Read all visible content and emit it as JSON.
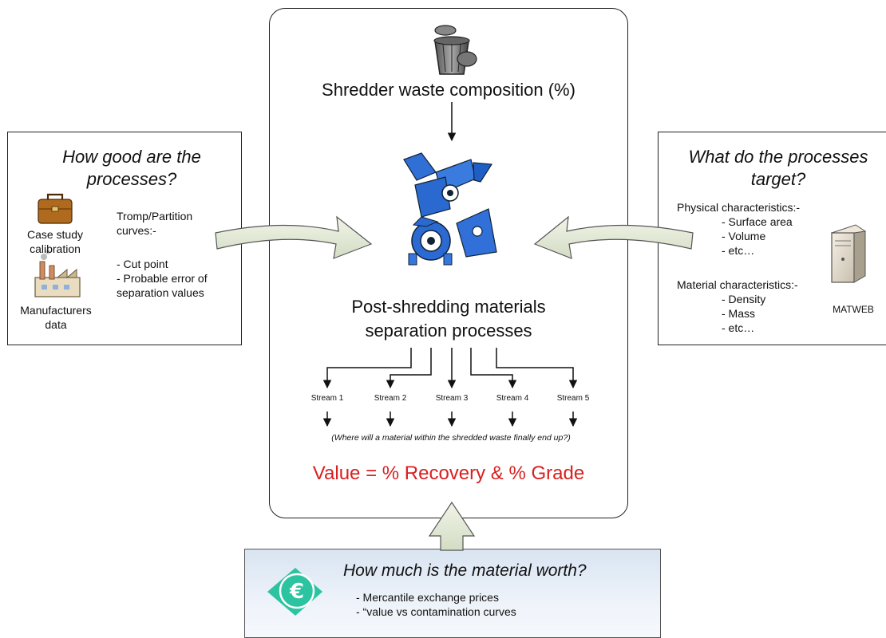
{
  "center": {
    "title": "Shredder waste composition (%)",
    "process_title_line1": "Post-shredding materials",
    "process_title_line2": "separation processes",
    "streams": [
      "Stream 1",
      "Stream 2",
      "Stream 3",
      "Stream 4",
      "Stream 5"
    ],
    "question": "(Where will a material within the shredded waste finally end up?)",
    "value": "Value = % Recovery & % Grade",
    "value_color": "#d82020"
  },
  "left_panel": {
    "title_line1": "How good are the",
    "title_line2": "processes?",
    "icon1_label_line1": "Case study",
    "icon1_label_line2": "calibration",
    "icon2_label_line1": "Manufacturers",
    "icon2_label_line2": "data",
    "curves_line1": "Tromp/Partition",
    "curves_line2": "curves:-",
    "bullets": [
      "- Cut point",
      "- Probable error of",
      "separation values"
    ]
  },
  "right_panel": {
    "title_line1": "What do the processes",
    "title_line2": "target?",
    "physical_heading": "Physical characteristics:-",
    "physical_items": [
      "- Surface area",
      "- Volume",
      "- etc…"
    ],
    "material_heading": "Material characteristics:-",
    "material_items": [
      "- Density",
      "- Mass",
      "- etc…"
    ],
    "server_label": "MATWEB"
  },
  "bottom_panel": {
    "title": "How much is the material worth?",
    "items": [
      "- Mercantile exchange prices",
      "- “value vs contamination curves"
    ],
    "euro_symbol": "€",
    "euro_color": "#2cc3a0"
  },
  "icons": {
    "trash": "trash-can-icon",
    "shredder": "shredder-machine-icon",
    "briefcase": "briefcase-icon",
    "factory": "factory-icon",
    "server": "server-icon",
    "euro": "euro-icon"
  }
}
